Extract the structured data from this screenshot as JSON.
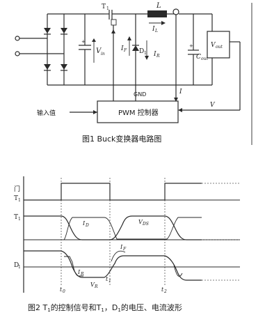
{
  "fig1": {
    "labels": {
      "t1": "T",
      "t1_sub": "1",
      "l": "L",
      "il": "I",
      "il_sub": "L",
      "vin": "V",
      "vin_sub": "in",
      "if": "I",
      "if_sub": "F",
      "d1": "D",
      "d1_sub": "1",
      "ir": "I",
      "ir_sub": "R",
      "cout": "C",
      "cout_sub": "out",
      "vout": "V",
      "vout_sub": "out",
      "gnd": "GND",
      "i": "I",
      "v": "V",
      "input": "输入值",
      "pwm": "PWM 控制器"
    },
    "caption": "图1 Buck变换器电路图"
  },
  "fig2": {
    "labels": {
      "gate_top": "门",
      "gate_t": "T",
      "gate_sub": "1",
      "t1": "T",
      "t1_sub": "1",
      "id": "I",
      "id_sub": "D",
      "vds": "V",
      "vds_sub": "DS",
      "if": "I",
      "if_sub": "F",
      "d1": "D",
      "d1_sub": "1",
      "ir": "I",
      "ir_sub": "R",
      "vr": "V",
      "vr_sub": "R",
      "t0": "t",
      "t0_sub": "0",
      "tt1": "t",
      "tt1_sub": "1",
      "t2": "t",
      "t2_sub": "2"
    },
    "caption": "图2 T",
    "caption_sub": "1",
    "caption_mid": "的控制信号和T",
    "caption_sub2": "1",
    "caption_mid2": "，D",
    "caption_sub3": "1",
    "caption_end": "的电压、电流波形"
  }
}
